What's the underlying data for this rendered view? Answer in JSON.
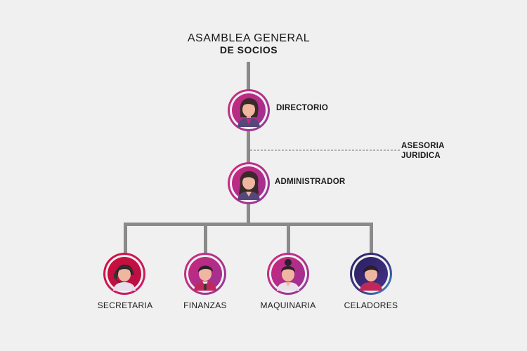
{
  "header": {
    "line1": "ASAMBLEA GENERAL",
    "line2": "DE SOCIOS"
  },
  "nodes": {
    "directorio": "DIRECTORIO",
    "asesoria_line1": "ASESORIA",
    "asesoria_line2": "JURIDICA",
    "administrador": "ADMINISTRADOR",
    "secretaria": "SECRETARIA",
    "finanzas": "FINANZAS",
    "maquinaria": "MAQUINARIA",
    "celadores": "CELADORES"
  },
  "colors": {
    "background": "#f0f0f0",
    "connector": "#8a8a8a",
    "magenta": "#c0267a",
    "purple": "#8e3a9a",
    "crimson": "#c8103c",
    "navy": "#2a2060",
    "celadores_ring_end": "#3a9acb"
  }
}
